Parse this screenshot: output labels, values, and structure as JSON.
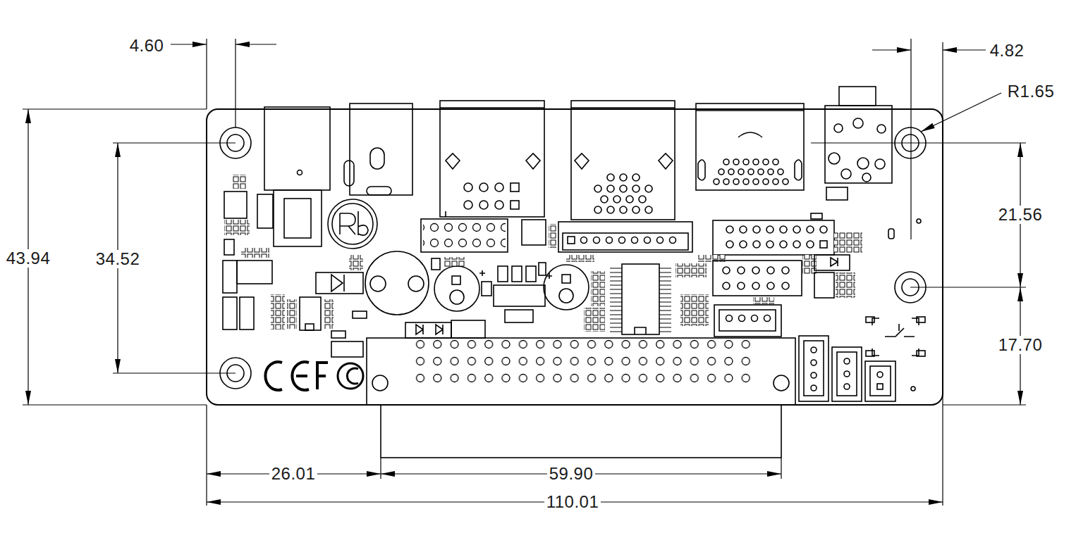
{
  "diagram": {
    "labels": [
      "4.60",
      "4.82",
      "R1.65",
      "43.94",
      "34.52",
      "21.56",
      "17.70",
      "26.01",
      "59.90",
      "110.01"
    ]
  }
}
